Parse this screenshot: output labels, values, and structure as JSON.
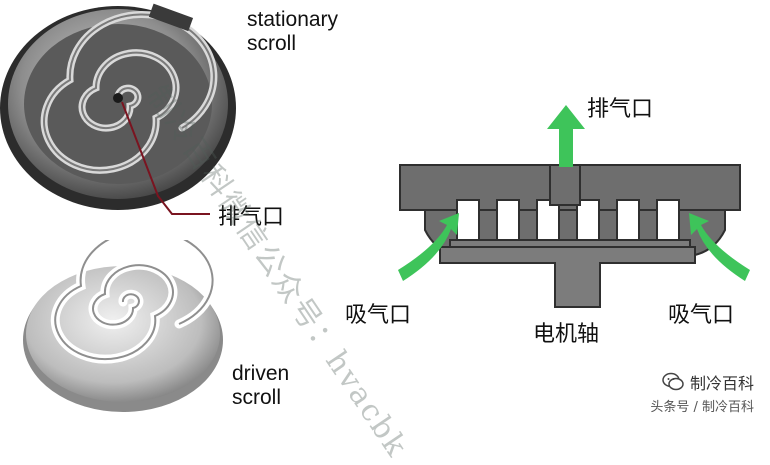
{
  "labels": {
    "stationary_scroll": [
      "stationary",
      "scroll"
    ],
    "driven_scroll": [
      "driven",
      "scroll"
    ],
    "exhaust_left": "排气口",
    "exhaust_top": "排气口",
    "intake_left": "吸气口",
    "intake_right": "吸气口",
    "motor_shaft": "电机轴"
  },
  "watermark": "制冷百科微信公众号：hvacbk",
  "brand": {
    "name": "制冷百科",
    "sub": "头条号 / 制冷百科"
  },
  "colors": {
    "arrow": "#3ec45a",
    "body": "#6e6e6e",
    "body_dark": "#2f2f2f",
    "shaft": "#7c7c7c",
    "metal": "#9a9a9a"
  }
}
